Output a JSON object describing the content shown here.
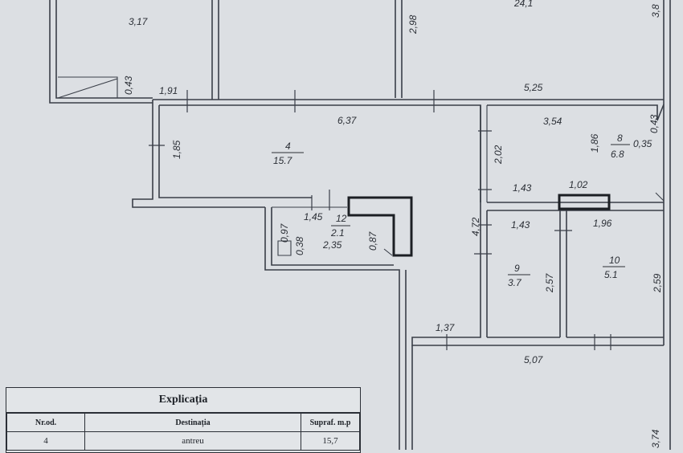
{
  "dimensions": {
    "d_317": "3,17",
    "d_241": "24,1",
    "d_38": "3,8",
    "d_298": "2,98",
    "d_043a": "0,43",
    "d_191": "1,91",
    "d_525": "5,25",
    "d_637": "6,37",
    "d_354": "3,54",
    "d_043b": "0,43",
    "d_185": "1,85",
    "d_202": "2,02",
    "d_186": "1,86",
    "d_035": "0,35",
    "d_143a": "1,43",
    "d_102": "1,02",
    "d_145": "1,45",
    "d_097": "0,97",
    "d_038": "0,38",
    "d_235": "2,35",
    "d_087": "0,87",
    "d_472": "4,72",
    "d_143b": "1,43",
    "d_196": "1,96",
    "d_257": "2,57",
    "d_259": "2,59",
    "d_137": "1,37",
    "d_507": "5,07",
    "d_374": "3,74"
  },
  "rooms": {
    "r4": {
      "number": "4",
      "area": "15.7"
    },
    "r12": {
      "number": "12",
      "area": "2.1"
    },
    "r8": {
      "number": "8",
      "area": "6.8"
    },
    "r9": {
      "number": "9",
      "area": "3.7"
    },
    "r10": {
      "number": "10",
      "area": "5.1"
    }
  },
  "legend": {
    "title": "Explicația",
    "headers": {
      "nr": "Nr.od.",
      "destinatia": "Destinația",
      "suprafata": "Supraf. m.p"
    },
    "rows": [
      {
        "nr": "4",
        "destinatia": "antreu",
        "suprafata": "15,7"
      }
    ]
  }
}
